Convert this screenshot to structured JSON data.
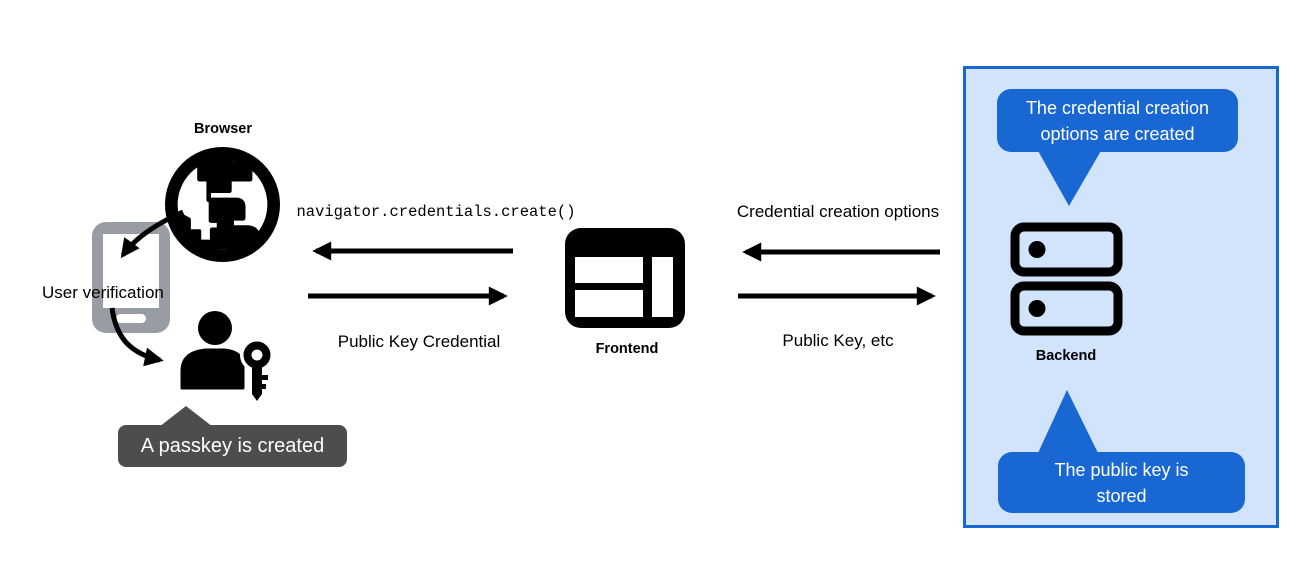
{
  "colors": {
    "accent-blue": "#1967d2",
    "panel-blue": "#d2e3fc",
    "tooltip-gray": "#4d4d4d",
    "phone-gray": "#979da3",
    "ink": "#000000"
  },
  "icons": {
    "browser": "globe-icon",
    "device": "smartphone-icon",
    "user": "person-with-key-icon",
    "frontend": "browser-window-icon",
    "backend": "server-stack-icon"
  },
  "device_side": {
    "browser_label": "Browser",
    "user_verification_label": "User verification",
    "passkey_tooltip": "A passkey is created"
  },
  "frontend_node": {
    "label": "Frontend"
  },
  "backend_node": {
    "label": "Backend",
    "top_callout": "The credential creation options are created",
    "bottom_callout": "The public key is stored"
  },
  "messages": {
    "create_call": "navigator.credentials.create()",
    "public_key_credential": "Public Key Credential",
    "credential_creation_options": "Credential creation options",
    "public_key_etc": "Public Key, etc"
  }
}
